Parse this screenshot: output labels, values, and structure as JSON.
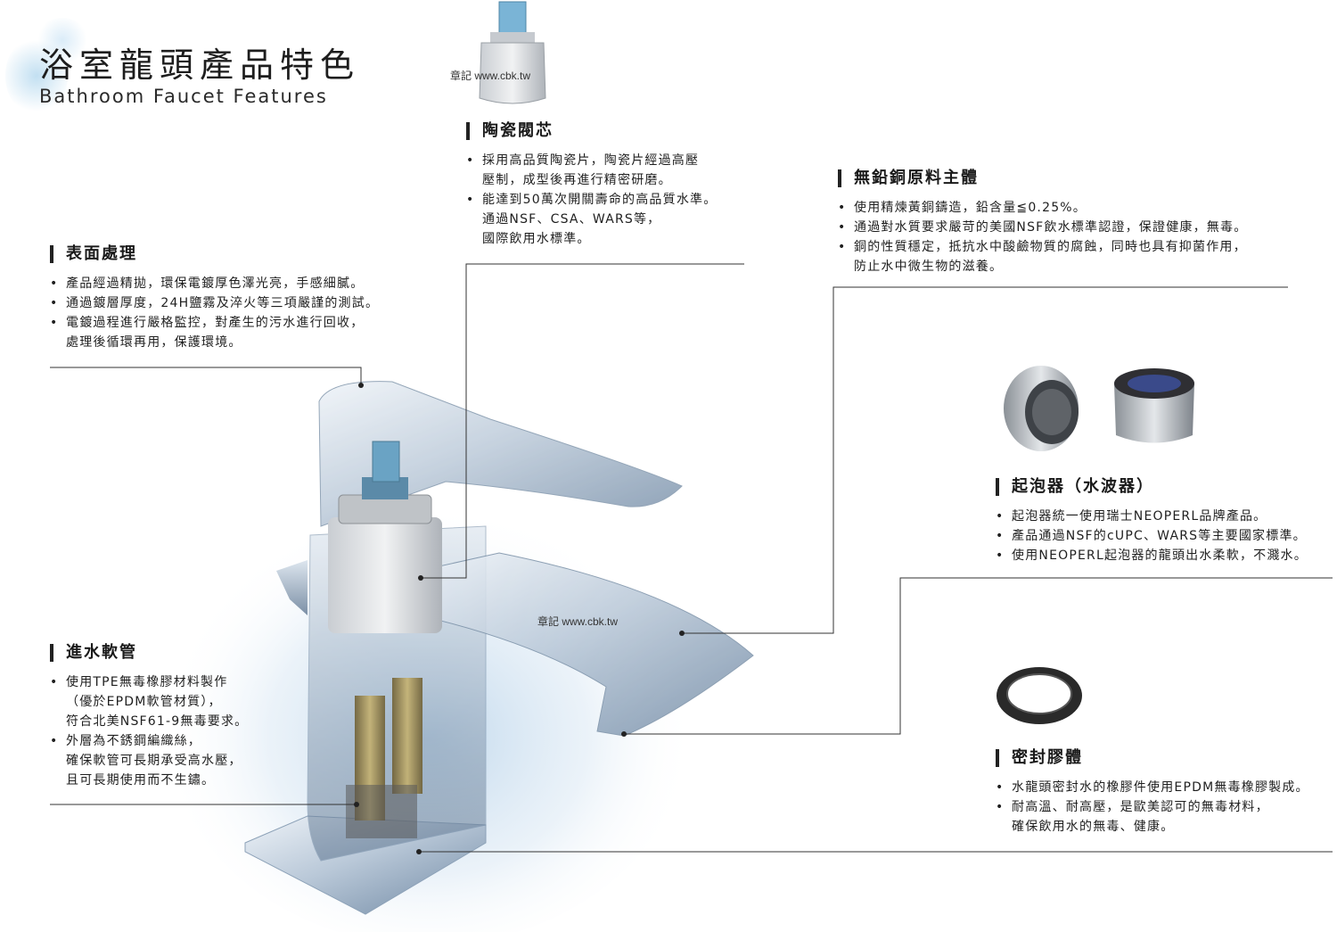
{
  "header": {
    "title_zh": "浴室龍頭產品特色",
    "title_en": "Bathroom Faucet Features"
  },
  "watermarks": [
    "章記 www.cbk.tw",
    "章記 www.cbk.tw"
  ],
  "sections": {
    "cartridge": {
      "title": "陶瓷閥芯",
      "items": [
        [
          "採用高品質陶瓷片，陶瓷片經過高壓",
          "壓制，成型後再進行精密研磨。"
        ],
        [
          "能達到50萬次開關壽命的高品質水準。",
          "通過NSF、CSA、WARS等，",
          "國際飲用水標準。"
        ]
      ]
    },
    "surface": {
      "title": "表面處理",
      "items": [
        [
          "產品經過精拋，環保電鍍厚色澤光亮，手感細膩。"
        ],
        [
          "通過鍍層厚度，24H鹽霧及淬火等三項嚴謹的測試。"
        ],
        [
          "電鍍過程進行嚴格監控，對產生的污水進行回收，",
          "處理後循環再用，保護環境。"
        ]
      ]
    },
    "body": {
      "title": "無鉛銅原料主體",
      "items": [
        [
          "使用精煉黃銅鑄造，鉛含量≦0.25%。"
        ],
        [
          "通過對水質要求嚴苛的美國NSF飲水標準認證，保證健康，無毒。"
        ],
        [
          "銅的性質穩定，抵抗水中酸鹼物質的腐蝕，同時也具有抑菌作用，",
          "防止水中微生物的滋養。"
        ]
      ]
    },
    "aerator": {
      "title": "起泡器（水波器）",
      "items": [
        [
          "起泡器統一使用瑞士NEOPERL品牌產品。"
        ],
        [
          "產品通過NSF的cUPC、WARS等主要國家標準。"
        ],
        [
          "使用NEOPERL起泡器的龍頭出水柔軟，不濺水。"
        ]
      ]
    },
    "hose": {
      "title": "進水軟管",
      "items": [
        [
          "使用TPE無毒橡膠材料製作",
          "（優於EPDM軟管材質），",
          "符合北美NSF61-9無毒要求。"
        ],
        [
          "外層為不銹鋼編織絲，",
          "確保軟管可長期承受高水壓，",
          "且可長期使用而不生鏽。"
        ]
      ]
    },
    "seal": {
      "title": "密封膠體",
      "items": [
        [
          "水龍頭密封水的橡膠件使用EPDM無毒橡膠製成。"
        ],
        [
          "耐高溫、耐高壓，是歐美認可的無毒材料，",
          "確保飲用水的無毒、健康。"
        ]
      ]
    }
  },
  "colors": {
    "accent_blue": "#7fb5d8",
    "chrome": "#c9d3de",
    "text": "#1a1a1a",
    "leader_line": "#333333"
  }
}
